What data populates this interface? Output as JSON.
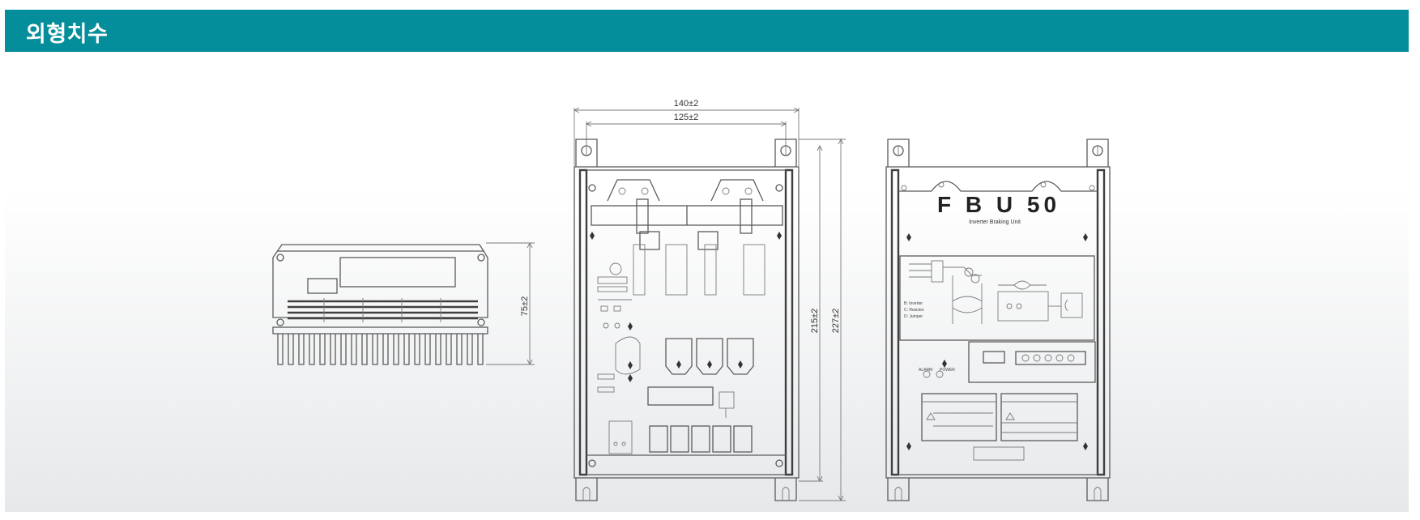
{
  "header": {
    "title": "외형치수"
  },
  "dimensions": {
    "outer_width": "140±2",
    "inner_width": "125±2",
    "inner_height": "215±2",
    "outer_height": "227±2",
    "depth": "75±2"
  },
  "front_panel": {
    "model": "F B U 50",
    "subtitle": "Inverter Braking Unit"
  }
}
